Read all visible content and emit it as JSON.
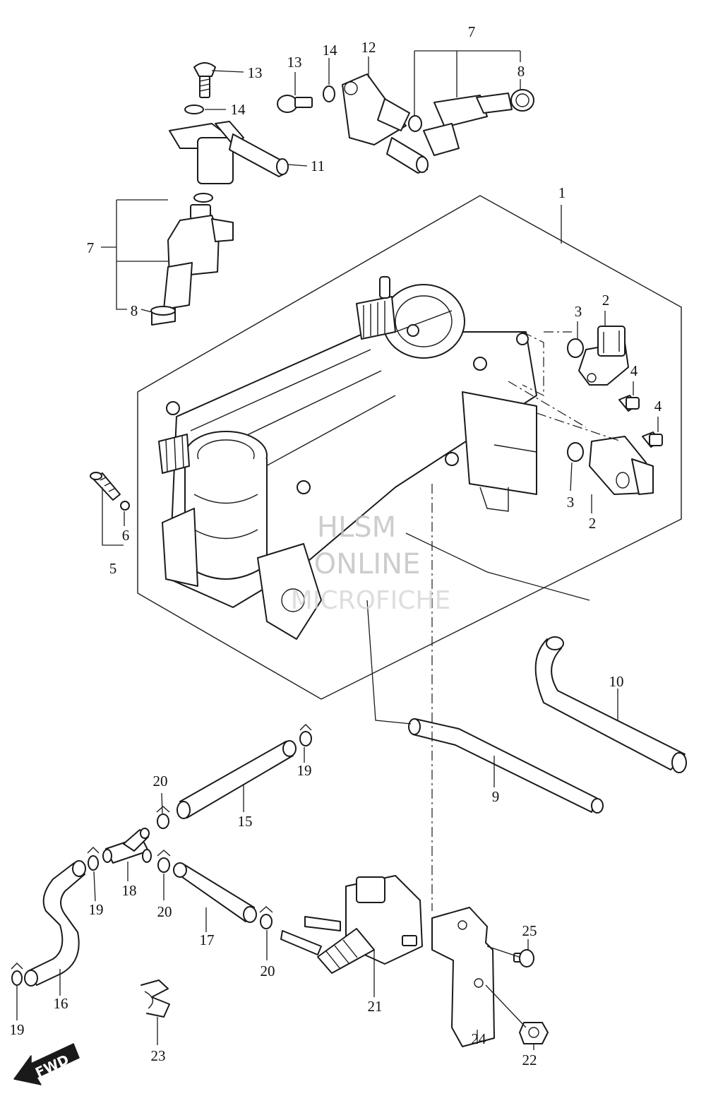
{
  "callouts": [
    {
      "label": "1"
    },
    {
      "label": "2"
    },
    {
      "label": "2"
    },
    {
      "label": "3"
    },
    {
      "label": "3"
    },
    {
      "label": "4"
    },
    {
      "label": "4"
    },
    {
      "label": "5"
    },
    {
      "label": "6"
    },
    {
      "label": "7"
    },
    {
      "label": "7"
    },
    {
      "label": "8"
    },
    {
      "label": "8"
    },
    {
      "label": "9"
    },
    {
      "label": "10"
    },
    {
      "label": "11"
    },
    {
      "label": "12"
    },
    {
      "label": "13"
    },
    {
      "label": "13"
    },
    {
      "label": "14"
    },
    {
      "label": "14"
    },
    {
      "label": "15"
    },
    {
      "label": "16"
    },
    {
      "label": "17"
    },
    {
      "label": "18"
    },
    {
      "label": "19"
    },
    {
      "label": "19"
    },
    {
      "label": "19"
    },
    {
      "label": "20"
    },
    {
      "label": "20"
    },
    {
      "label": "20"
    },
    {
      "label": "21"
    },
    {
      "label": "22"
    },
    {
      "label": "23"
    },
    {
      "label": "24"
    },
    {
      "label": "25"
    }
  ],
  "watermark": {
    "line1": "HLSM",
    "line2": "ONLINE",
    "line3": "MICROFICHE"
  },
  "fwd_badge": {
    "label": "FWD"
  },
  "colors": {
    "line": "#1a1a1a",
    "watermark": "#bdbdbd",
    "background": "#ffffff"
  }
}
